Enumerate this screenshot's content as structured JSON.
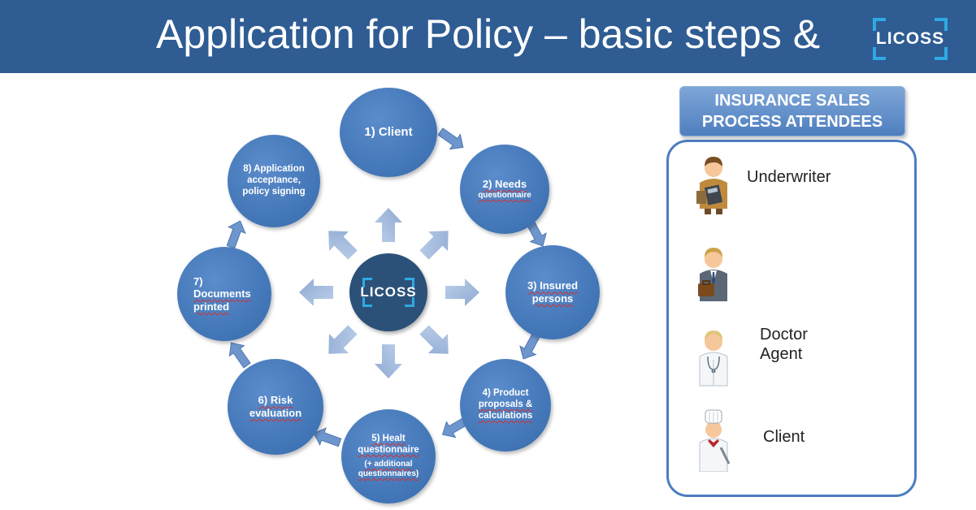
{
  "header": {
    "title": "Application for Policy – basic steps &",
    "logo_text": "LICOSS",
    "background_color": "#2e5c93"
  },
  "diagram": {
    "center_logo": "LICOSS",
    "nodes": [
      {
        "id": "client",
        "lines": [
          "1) Client"
        ]
      },
      {
        "id": "needs",
        "lines": [
          "2) Needs",
          "questionnaire"
        ]
      },
      {
        "id": "insured",
        "lines": [
          "3) Insured",
          "persons"
        ]
      },
      {
        "id": "product",
        "lines": [
          "4) Product",
          "proposals &",
          "calculations"
        ]
      },
      {
        "id": "health",
        "lines": [
          "5) Healt",
          "questionnaire",
          "(+ additional",
          "questionnaires)"
        ]
      },
      {
        "id": "risk",
        "lines": [
          "6) Risk",
          "evaluation"
        ]
      },
      {
        "id": "documents",
        "lines": [
          "7)",
          "Documents",
          "printed"
        ]
      },
      {
        "id": "acceptance",
        "lines": [
          "8) Application",
          "acceptance,",
          "policy signing"
        ]
      }
    ],
    "node_color": "#3f73b4",
    "center_color": "#2b5179",
    "arrow_color": "#a9bfe0"
  },
  "attendees": {
    "header_line1": "INSURANCE SALES",
    "header_line2": "PROCESS ATTENDEES",
    "items": [
      {
        "label": "Underwriter",
        "icon": "underwriter-icon"
      },
      {
        "label": "Agent",
        "icon": "agent-icon"
      },
      {
        "label": "Doctor",
        "icon": "doctor-icon"
      },
      {
        "label": "Client",
        "icon": "client-icon"
      }
    ]
  }
}
